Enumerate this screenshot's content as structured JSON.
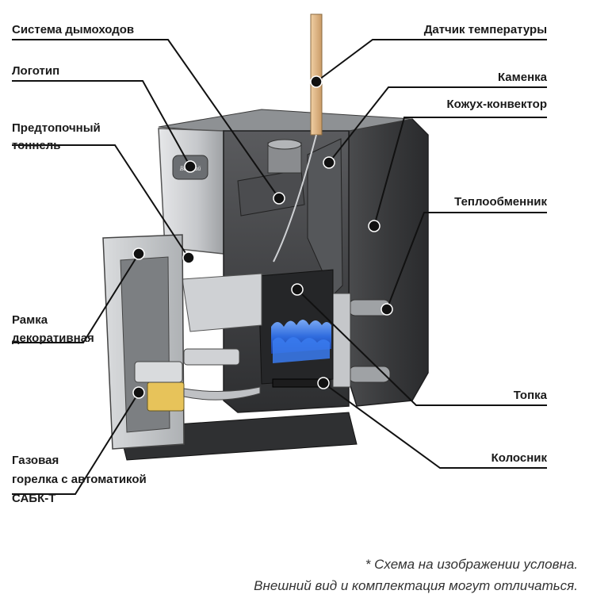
{
  "labels": {
    "chimney": "Система дымоходов",
    "logo": "Логотип",
    "tunnel_1": "Предтопочный",
    "tunnel_2": "тоннель",
    "frame_1": "Рамка",
    "frame_2": "декоративная",
    "burner_1": "Газовая",
    "burner_2": "горелка с автоматикой",
    "burner_3": "САБК-Т",
    "temp_sensor": "Датчик температуры",
    "stone_box": "Каменка",
    "convector": "Кожух-конвектор",
    "heat_exchanger": "Теплообменник",
    "firebox": "Топка",
    "grate": "Колосник"
  },
  "logo_text": "Везувий",
  "footnote": {
    "line1": "* Схема на изображении условна.",
    "line2": "Внешний вид и комплектация могут отличаться."
  },
  "colors": {
    "body_dark": "#3c3c3e",
    "steel": "#c9cbcd",
    "flame": "#3a7bf0",
    "sensor_rod": "#e0b98a"
  }
}
